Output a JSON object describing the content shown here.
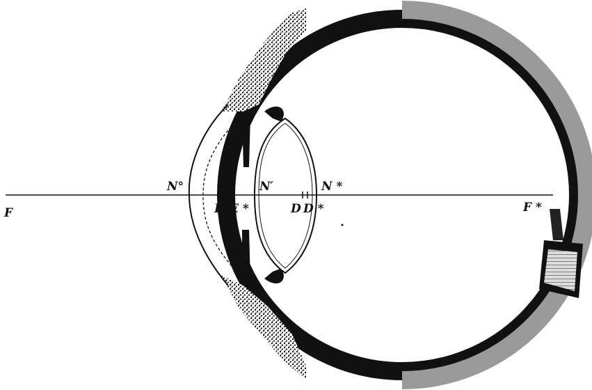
{
  "figure": {
    "labels": {
      "f_left": "F",
      "n_degree": "N°",
      "e": "E",
      "e_star": "E *",
      "n_prime": "N′",
      "d": "D",
      "d_star": "D *",
      "n_star": "N *",
      "f_star": "F *"
    },
    "colors": {
      "ink": "#111111",
      "sclera_grey": "#9a9a9a",
      "paper": "#ffffff"
    }
  }
}
